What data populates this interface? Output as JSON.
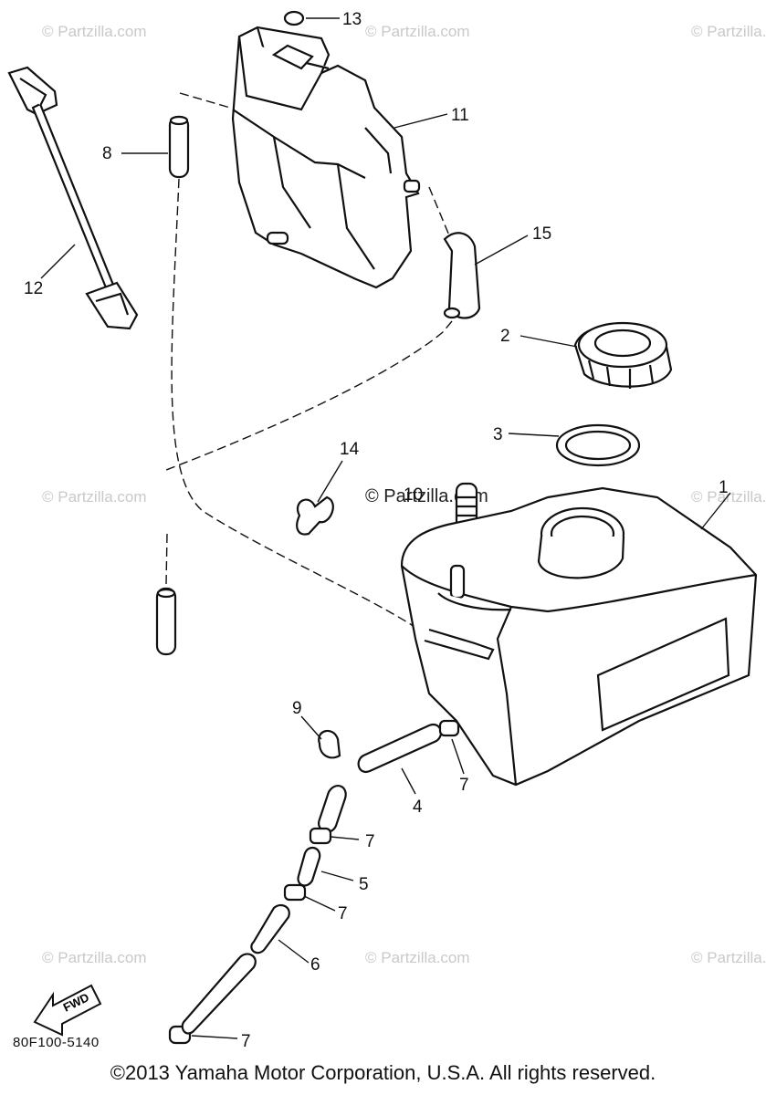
{
  "callouts": {
    "c1": "1",
    "c2": "2",
    "c3": "3",
    "c4": "4",
    "c5": "5",
    "c6": "6",
    "c7a": "7",
    "c7b": "7",
    "c7c": "7",
    "c7d": "7",
    "c8": "8",
    "c9": "9",
    "c10": "10",
    "c11": "11",
    "c12": "12",
    "c13": "13",
    "c14": "14",
    "c15": "15"
  },
  "watermark": {
    "text": "© Partzilla.com"
  },
  "fwd_label": "FWD",
  "part_number": "80F100-5140",
  "copyright": "©2013  Yamaha Motor Corporation, U.S.A. All rights reserved."
}
